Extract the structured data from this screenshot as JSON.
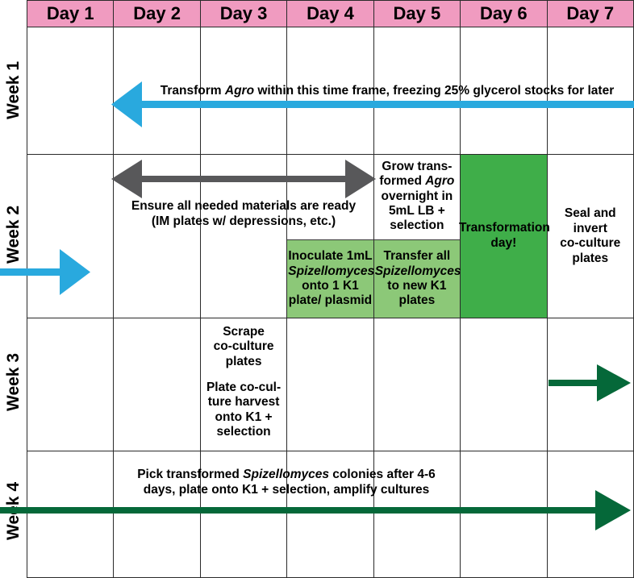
{
  "chart_data": {
    "type": "table",
    "title": "Four-week Agrobacterium-mediated transformation timeline",
    "columns": [
      "Day 1",
      "Day 2",
      "Day 3",
      "Day 4",
      "Day 5",
      "Day 6",
      "Day 7"
    ],
    "rows": [
      "Week 1",
      "Week 2",
      "Week 3",
      "Week 4"
    ],
    "cells": [
      [
        "",
        "",
        "",
        "",
        "",
        "",
        ""
      ],
      [
        "",
        "",
        "",
        "Inoculate 1mL Spizellomyces onto 1 K1 plate/ plasmid",
        "Grow transformed Agro overnight in 5mL LB + selection / Transfer all Spizellomyces to new K1 plates",
        "Transformation day!",
        "Seal and invert co-culture plates"
      ],
      [
        "",
        "",
        "Scrape co-culture plates / Plate co-culture harvest onto K1 + selection",
        "",
        "",
        "",
        ""
      ],
      [
        "",
        "",
        "",
        "",
        "",
        "",
        ""
      ]
    ],
    "annotations": [
      "Transform Agro within this time frame, freezing 25% glycerol stocks for later",
      "Ensure all needed materials are ready (IM plates w/ depressions, etc.)",
      "Pick transformed Spizellomyces colonies after 4-6 days, plate onto K1 + selection, amplify cultures"
    ],
    "colors": {
      "header_pink": "#f09bc0",
      "light_green": "#8cc878",
      "dark_green": "#3fae49",
      "blue_arrow": "#29a9de",
      "gray_arrow": "#58585a",
      "green_arrow": "#056839",
      "grid_line": "#2a2a2a"
    }
  },
  "header": {
    "days": [
      {
        "label": "Day 1"
      },
      {
        "label": "Day 2"
      },
      {
        "label": "Day 3"
      },
      {
        "label": "Day 4"
      },
      {
        "label": "Day 5"
      },
      {
        "label": "Day 6"
      },
      {
        "label": "Day 7"
      }
    ]
  },
  "weeks": [
    {
      "label": "Week 1"
    },
    {
      "label": "Week 2"
    },
    {
      "label": "Week 3"
    },
    {
      "label": "Week 4"
    }
  ],
  "week1": {
    "arrow_label_line1": "Transform ",
    "arrow_label_italic": "Agro",
    "arrow_label_line2": " within this time frame, freezing 25% glycerol stocks for later"
  },
  "week2": {
    "gray_arrow_line1": "Ensure all needed materials are ready",
    "gray_arrow_line2": "(IM plates w/ depressions, etc.)",
    "day4_green": {
      "line1": "Inoculate 1mL",
      "line2_italic": "Spizellomyces",
      "line3": "onto 1 K1",
      "line4": "plate/ plasmid"
    },
    "day5_top": {
      "line1": "Grow trans-",
      "line2a": "formed ",
      "line2_italic": "Agro",
      "line3": "overnight in",
      "line4": "5mL LB +",
      "line5": "selection"
    },
    "day5_green": {
      "line1": "Transfer all",
      "line2_italic": "Spizellomyces",
      "line3": "to new K1",
      "line4": "plates"
    },
    "day6_green": {
      "line1": "Transformation",
      "line2": "day!"
    },
    "day7": {
      "line1": "Seal and invert",
      "line2": "co-culture",
      "line3": "plates"
    }
  },
  "week3": {
    "day3": {
      "block1_line1": "Scrape",
      "block1_line2": "co-culture",
      "block1_line3": "plates",
      "block2_line1": "Plate co-cul-",
      "block2_line2": "ture harvest",
      "block2_line3": "onto K1 +",
      "block2_line4": "selection"
    }
  },
  "week4": {
    "label_line1a": "Pick transformed ",
    "label_line1_italic": "Spizellomyces",
    "label_line1b": " colonies after 4-6",
    "label_line2": "days, plate onto K1 + selection, amplify cultures"
  }
}
